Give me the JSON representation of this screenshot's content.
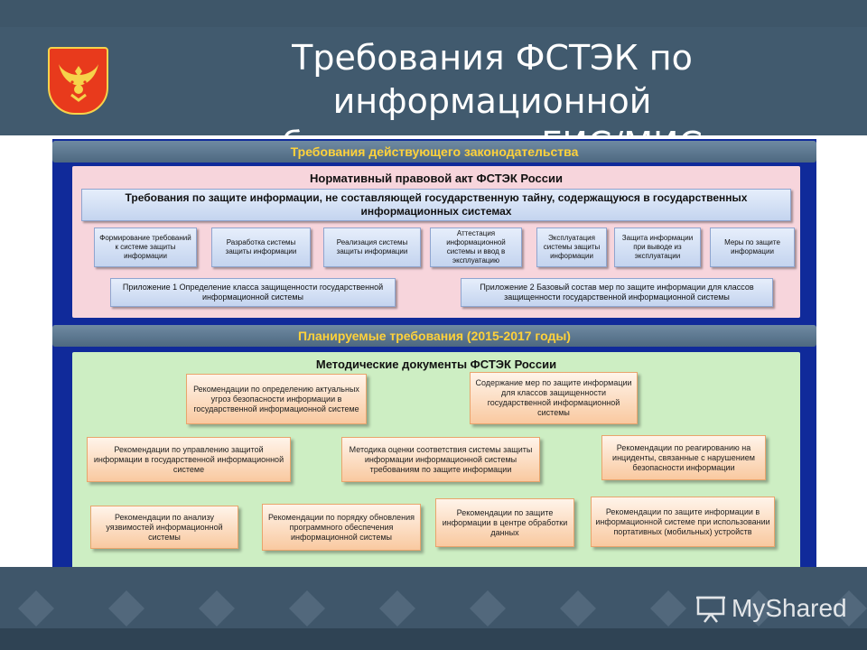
{
  "header": {
    "title_line1": "Требования ФСТЭК по информационной",
    "title_line2": "безопасности ГИС/МИС"
  },
  "section1": {
    "banner": "Требования действующего законодательства",
    "panel_title": "Нормативный правовой акт ФСТЭК России",
    "main_box": "Требования по защите информации, не составляющей государственную тайну, содержащуюся в государственных информационных системах",
    "items": [
      "Формирование требований к системе защиты информации",
      "Разработка системы защиты информации",
      "Реализация системы защиты информации",
      "Аттестация информационной системы и ввод в эксплуатацию",
      "Эксплуатация системы защиты информации",
      "Защита информации при выводе из эксплуатации",
      "Меры по защите информации"
    ],
    "appendix1": "Приложение 1 Определение класса защищенности государственной информационной системы",
    "appendix2": "Приложение 2 Базовый состав мер по защите информации для классов защищенности государственной информационной системы"
  },
  "section2": {
    "banner": "Планируемые требования (2015-2017 годы)",
    "panel_title": "Методические документы ФСТЭК России",
    "docs": [
      "Рекомендации по определению актуальных угроз безопасности информации в государственной информационной системе",
      "Содержание мер по защите информации для классов защищенности государственной информационной системы",
      "Рекомендации по управлению защитой информации в государственной информационной системе",
      "Методика оценки соответствия системы защиты информации информационной системы требованиям по защите информации",
      "Рекомендации по реагированию на инциденты, связанные с нарушением безопасности информации",
      "Рекомендации по анализу уязвимостей информационной системы",
      "Рекомендации по порядку обновления программного обеспечения информационной системы",
      "Рекомендации по защите информации в центре обработки данных",
      "Рекомендации по защите информации в информационной системе при использовании портативных (мобильных) устройств"
    ]
  },
  "watermark": {
    "text": "MyShared"
  },
  "colors": {
    "header_bg": "#415a6e",
    "main_bg": "#102a9a",
    "banner_text": "#ffd23a",
    "pink_panel": "#f7d5dc",
    "green_panel": "#cdeec3",
    "emblem_red": "#e83a1c",
    "emblem_gold": "#f6d34a"
  },
  "icons": {
    "emblem": "komi-republic-emblem-icon",
    "watermark": "presentation-board-icon"
  }
}
